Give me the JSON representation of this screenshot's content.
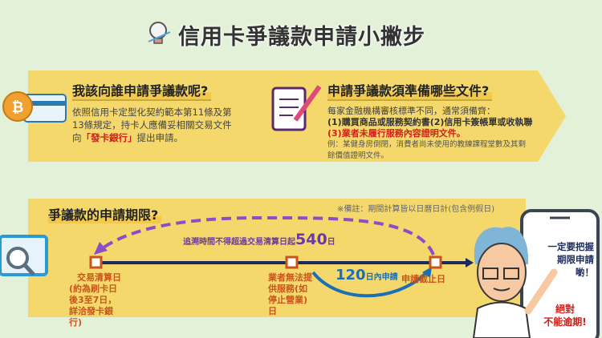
{
  "title": "信用卡爭議款申請小撇步",
  "section1": {
    "heading": "我該向誰申請爭議款呢?",
    "line1": "依照信用卡定型化契約範本第11條及第",
    "line2": "13條規定，持卡人應備妥相關交易文件",
    "line3_prefix": "向",
    "line3_highlight": "「發卡銀行」",
    "line3_suffix": "提出申請。"
  },
  "section2": {
    "heading": "申請爭議款須準備哪些文件?",
    "line1": "每家金融機構審核標準不同，通常須備齊：",
    "line2": "(1)購買商品或服務契約書(2)信用卡簽帳單或收執聯",
    "line3_highlight": "(3)業者未履行服務內容證明文件。",
    "example1": "例：某健身房倒閉，消費者尚未使用的教練課程堂數及其剩",
    "example2": "餘價值證明文件。"
  },
  "section3": {
    "heading": "爭議款的申請期限?",
    "note": "※備註：期間計算皆以日曆日計(包含例假日)",
    "lookback_text": "追溯時間不得超過交易清算日起",
    "lookback_days": "540",
    "lookback_unit": "日",
    "apply_days": "120",
    "apply_text": "日內申請",
    "milestones": [
      {
        "label": "交易清算日",
        "detail": "(約為刷卡日後3至7日，詳洽發卡銀行)"
      },
      {
        "label": "業者無法提供服務(如停止營業)日"
      },
      {
        "label": "申請截止日"
      }
    ]
  },
  "phone": {
    "line1": "一定要把握",
    "line2": "期限申請喲！",
    "warn1": "絕對",
    "warn2": "不能逾期!"
  },
  "colors": {
    "background": "#e3f1d9",
    "panel": "#f4d86c",
    "timeline": "#1b2a5c",
    "purple": "#8a4fc7",
    "blue": "#1a6fb5",
    "red": "#d0201c",
    "orange": "#c8551a"
  }
}
